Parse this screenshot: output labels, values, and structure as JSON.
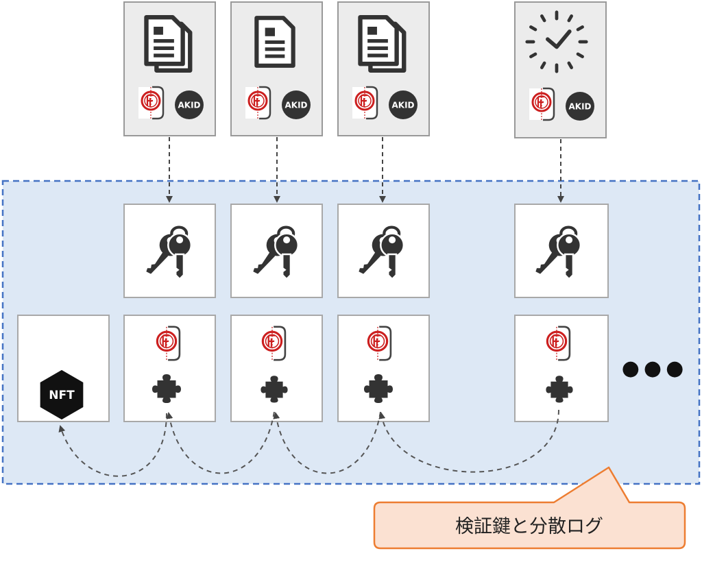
{
  "diagram": {
    "badge_label": "AKID",
    "nft_label": "NFT",
    "more_indicator": "●●●",
    "callout_label": "検証鍵と分散ログ",
    "colors": {
      "region_fill": "#dde8f5",
      "region_border": "#4472c4",
      "stamp_red": "#cc1f1f",
      "icon_dark": "#333333",
      "callout_fill": "#fbe1d2",
      "callout_border": "#ed7d31"
    },
    "columns": [
      {
        "source_icon": "documents-icon"
      },
      {
        "source_icon": "document-icon"
      },
      {
        "source_icon": "documents-icon"
      },
      {
        "source_icon": "clock-icon"
      }
    ]
  }
}
